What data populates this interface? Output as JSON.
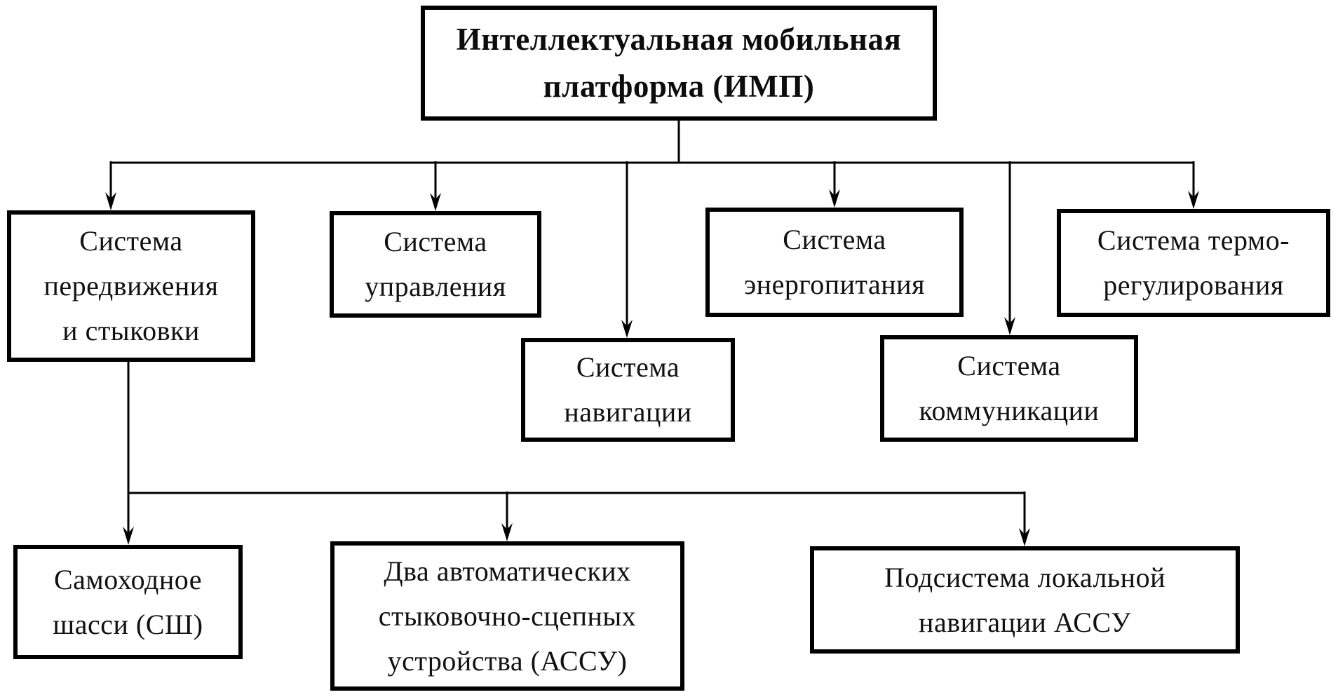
{
  "diagram": {
    "type": "block-hierarchy",
    "colors": {
      "line": "#000000",
      "border": "#000000",
      "background": "#ffffff",
      "text": "#111111"
    },
    "nodes": {
      "root": {
        "label": "Интеллектуальная мобильная\nплатформа (ИМП)"
      },
      "movement": {
        "label": "Система\nпередвижения\nи стыковки"
      },
      "control": {
        "label": "Система\nуправления"
      },
      "navigation": {
        "label": "Система\nнавигации"
      },
      "power": {
        "label": "Система\nэнергопитания"
      },
      "communication": {
        "label": "Система\nкоммуникации"
      },
      "thermal": {
        "label": "Система термо-\nрегулирования"
      },
      "chassis": {
        "label": "Самоходное\nшасси (СШ)"
      },
      "coupling": {
        "label": "Два автоматических\nстыковочно-сцепных\nустройства (АССУ)"
      },
      "local_nav": {
        "label": "Подсистема локальной\nнавигации АССУ"
      }
    }
  }
}
